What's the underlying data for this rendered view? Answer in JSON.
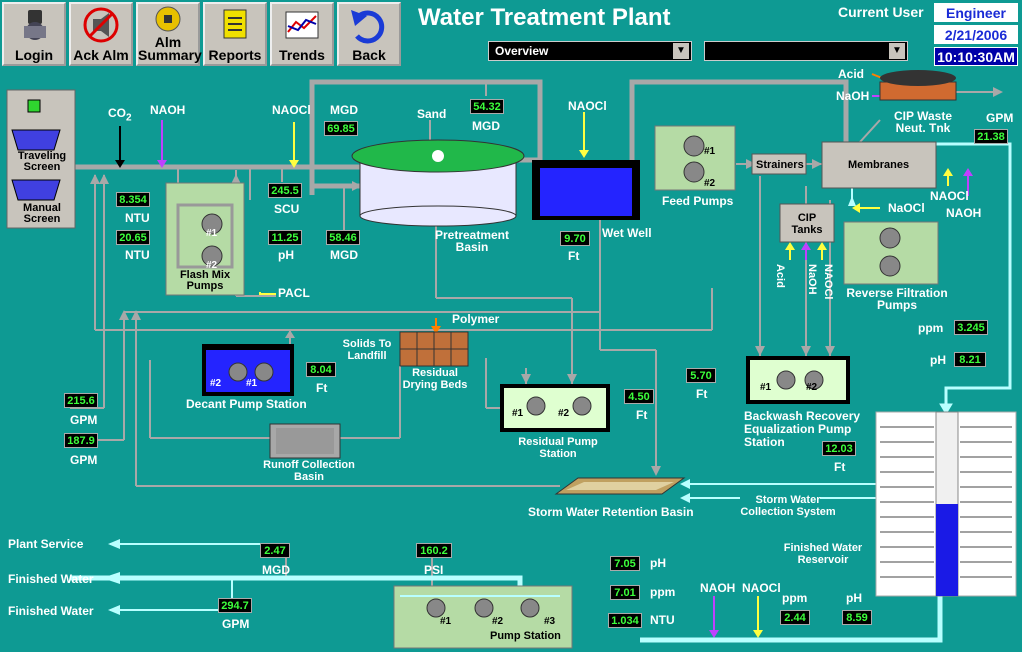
{
  "toolbar": {
    "login": "Login",
    "ack": "Ack Alm",
    "alm_summary_1": "Alm",
    "alm_summary_2": "Summary",
    "reports": "Reports",
    "trends": "Trends",
    "back": "Back"
  },
  "title": "Water Treatment Plant",
  "dropdown1": "Overview",
  "dropdown2": "",
  "current_user_label": "Current User",
  "user": "Engineer",
  "date": "2/21/2006",
  "time": "10:10:30AM",
  "labels": {
    "traveling_screen": "Traveling Screen",
    "manual_screen": "Manual Screen",
    "co2": "CO",
    "co2_sub": "2",
    "naoh": "NAOH",
    "naocl": "NAOCl",
    "naocl2": "NaOCl",
    "naoh2": "NaOH",
    "acid": "Acid",
    "mgd": "MGD",
    "ntu": "NTU",
    "scu": "SCU",
    "ph": "pH",
    "pacl": "PACL",
    "sand": "Sand",
    "flash_mix": "Flash Mix Pumps",
    "pretreatment": "Pretreatment Basin",
    "wet_well": "Wet Well",
    "ft": "Ft",
    "feed_pumps": "Feed Pumps",
    "strainers": "Strainers",
    "membranes": "Membranes",
    "cip_tanks": "CIP Tanks",
    "cip_waste": "CIP Waste Neut. Tnk",
    "gpm": "GPM",
    "reverse_filtration": "Reverse Filtration Pumps",
    "ppm": "ppm",
    "polymer": "Polymer",
    "solids": "Solids To Landfill",
    "drying_beds": "Residual Drying Beds",
    "decant": "Decant Pump Station",
    "residual_ps": "Residual Pump Station",
    "backwash": "Backwash Recovery Equalization Pump Station",
    "runoff": "Runoff Collection Basin",
    "storm_basin": "Storm Water Retention Basin",
    "storm_collect": "Storm Water Collection System",
    "finished_reservoir": "Finished Water Reservoir",
    "plant_service": "Plant Service",
    "finished_water": "Finished Water",
    "psi": "PSI",
    "pump_station": "Pump Station",
    "p1": "#1",
    "p2": "#2",
    "p3": "#3"
  },
  "values": {
    "mgd_top": "54.32",
    "mgd_sand": "69.85",
    "mgd_low": "58.46",
    "ntu1": "8.354",
    "ntu2": "20.65",
    "scu": "245.5",
    "ph1": "11.25",
    "wet_well_ft": "9.70",
    "gpm_cip": "21.38",
    "ppm1": "3.245",
    "ph2": "8.21",
    "decant_ft": "8.04",
    "residual_ft": "4.50",
    "backwash_ft": "5.70",
    "reservoir_ft": "12.03",
    "gpm1": "215.6",
    "gpm2": "187.9",
    "mgd_out": "2.47",
    "gpm_out": "294.7",
    "psi": "160.2",
    "ph3": "7.05",
    "ppm2": "7.01",
    "ntu3": "1.034",
    "ppm3": "2.44",
    "ph4": "8.59"
  },
  "reservoir_level": 0.5
}
